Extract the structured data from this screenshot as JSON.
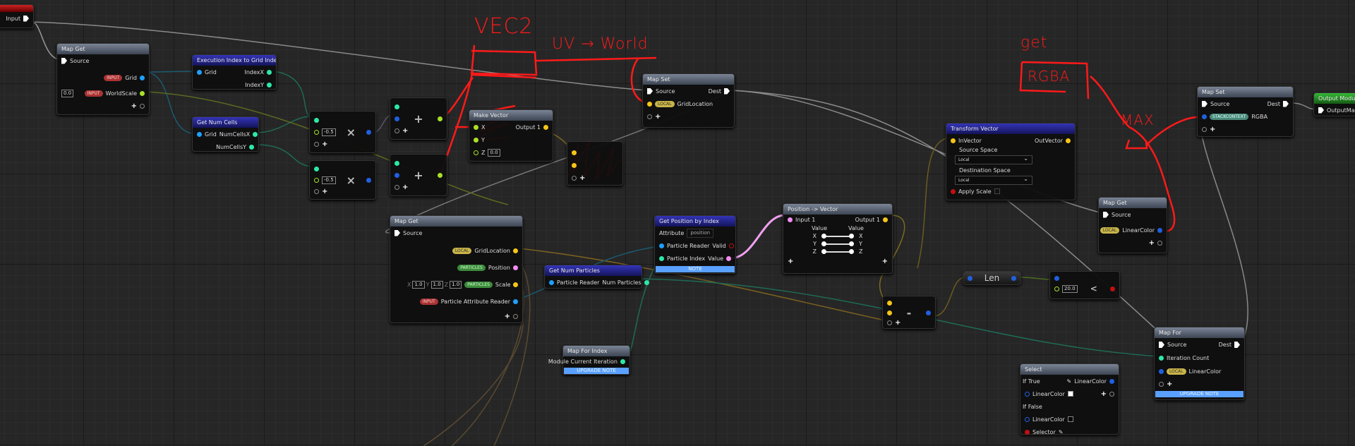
{
  "graph": {
    "input_node": {
      "pin": "Input"
    },
    "map_get_1": {
      "title": "Map Get",
      "source": "Source",
      "grid_badge": "INPUT",
      "grid": "Grid",
      "ws_value": "0.0",
      "ws_badge": "INPUT",
      "ws": "WorldScale"
    },
    "exec_index": {
      "title": "Execution Index to Grid Index",
      "grid": "Grid",
      "ix": "IndexX",
      "iy": "IndexY"
    },
    "num_cells": {
      "title": "Get Num Cells",
      "grid": "Grid",
      "x": "NumCellsX",
      "y": "NumCellsY"
    },
    "mul_1": {
      "value": "-0.5",
      "op": "×"
    },
    "mul_2": {
      "value": "-0.5",
      "op": "×"
    },
    "add_1": {
      "op": "+"
    },
    "add_2": {
      "op": "+"
    },
    "make_vector": {
      "title": "Make Vector",
      "x": "X",
      "y": "Y",
      "z": "Z",
      "z_value": "0.0",
      "out": "Output 1"
    },
    "map_set_1": {
      "title": "Map Set",
      "source": "Source",
      "dest": "Dest",
      "badge": "LOCAL",
      "pin": "GridLocation"
    },
    "map_get_2": {
      "title": "Map Get",
      "source": "Source",
      "pins": [
        {
          "badge": "LOCAL",
          "label": "GridLocation"
        },
        {
          "badge": "PARTICLES",
          "label": "Position"
        },
        {
          "badge": "PARTICLES",
          "label": "Scale"
        },
        {
          "badge": "INPUT",
          "label": "Particle Attribute Reader"
        }
      ],
      "x": "X",
      "y": "Y",
      "z": "Z",
      "scale_x": "1.0",
      "scale_y": "1.0",
      "scale_z": "1.0"
    },
    "num_particles": {
      "title": "Get Num Particles",
      "in": "Particle Reader",
      "out": "Num Particles"
    },
    "map_for_index": {
      "title": "Map For Index",
      "out": "Module Current Iteration",
      "note": "UPGRADE NOTE"
    },
    "pos_by_index": {
      "title": "Get Position by Index",
      "attr_label": "Attribute",
      "attr_value": "position",
      "reader": "Particle Reader",
      "valid": "Valid",
      "index": "Particle Index",
      "value": "Value",
      "note": "NOTE"
    },
    "pos_to_vec": {
      "title": "Position -> Vector",
      "in": "Input 1",
      "out": "Output 1",
      "value": "Value",
      "x": "X",
      "y": "Y",
      "z": "Z"
    },
    "subtract": {
      "op": "-"
    },
    "len": {
      "title": "Len"
    },
    "less": {
      "value": "20.0",
      "op": "<"
    },
    "transform": {
      "title": "Transform Vector",
      "in": "InVector",
      "out": "OutVector",
      "src_label": "Source Space",
      "src_value": "Local",
      "dst_label": "Destination Space",
      "dst_value": "Local",
      "apply": "Apply Scale"
    },
    "map_get_3": {
      "title": "Map Get",
      "source": "Source",
      "badge": "LOCAL",
      "pin": "LinearColor"
    },
    "map_set_2": {
      "title": "Map Set",
      "source": "Source",
      "dest": "Dest",
      "badge": "STACKCONTEXT",
      "pin": "RGBA"
    },
    "output_module": {
      "title": "Output Module",
      "pin": "OutputMap"
    },
    "select": {
      "title": "Select",
      "if_true": "If True",
      "true_pin": "LinearColor",
      "if_false": "If False",
      "false_pin": "LinearColor",
      "out": "LinearColor",
      "selector": "Selector"
    },
    "map_for": {
      "title": "Map For",
      "source": "Source",
      "dest": "Dest",
      "count": "Iteration Count",
      "badge": "LOCAL",
      "pin": "LinearColor",
      "note": "UPGRADE NOTE"
    }
  },
  "annotations": {
    "vec2": "VEC2",
    "uv_world": "UV → World",
    "get": "get",
    "rgba": "RGBA",
    "max": "MAX"
  },
  "colors": {
    "annotation": "#ff1a1a",
    "background": "#262626",
    "note": "#5aa0ff"
  }
}
